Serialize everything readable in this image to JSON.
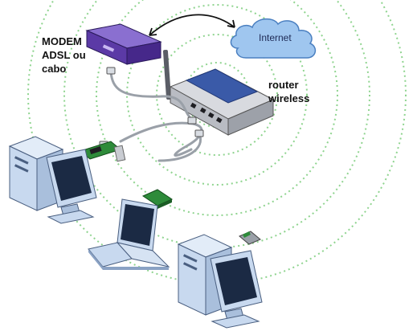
{
  "labels": {
    "modem_line1": "MODEM",
    "modem_line2": "ADSL ou",
    "modem_line3": "cabo",
    "router_line1": "router",
    "router_line2": "wireless",
    "internet": "Internet"
  },
  "colors": {
    "modem": "#5b3aa6",
    "router_body": "#c9cbd0",
    "router_panel": "#3a5aa8",
    "cloud": "#9fc6ef",
    "wifi_waves": "#8fd48f",
    "computer": "#c8d9ef",
    "screen": "#1b2a44",
    "cable": "#9aa0a8",
    "network_card": "#2e8b3a"
  },
  "icons": [
    "modem-icon",
    "router-icon",
    "cloud-icon",
    "desktop-computer-icon",
    "laptop-icon",
    "pci-card-icon",
    "pcmcia-card-icon",
    "usb-adapter-icon"
  ]
}
